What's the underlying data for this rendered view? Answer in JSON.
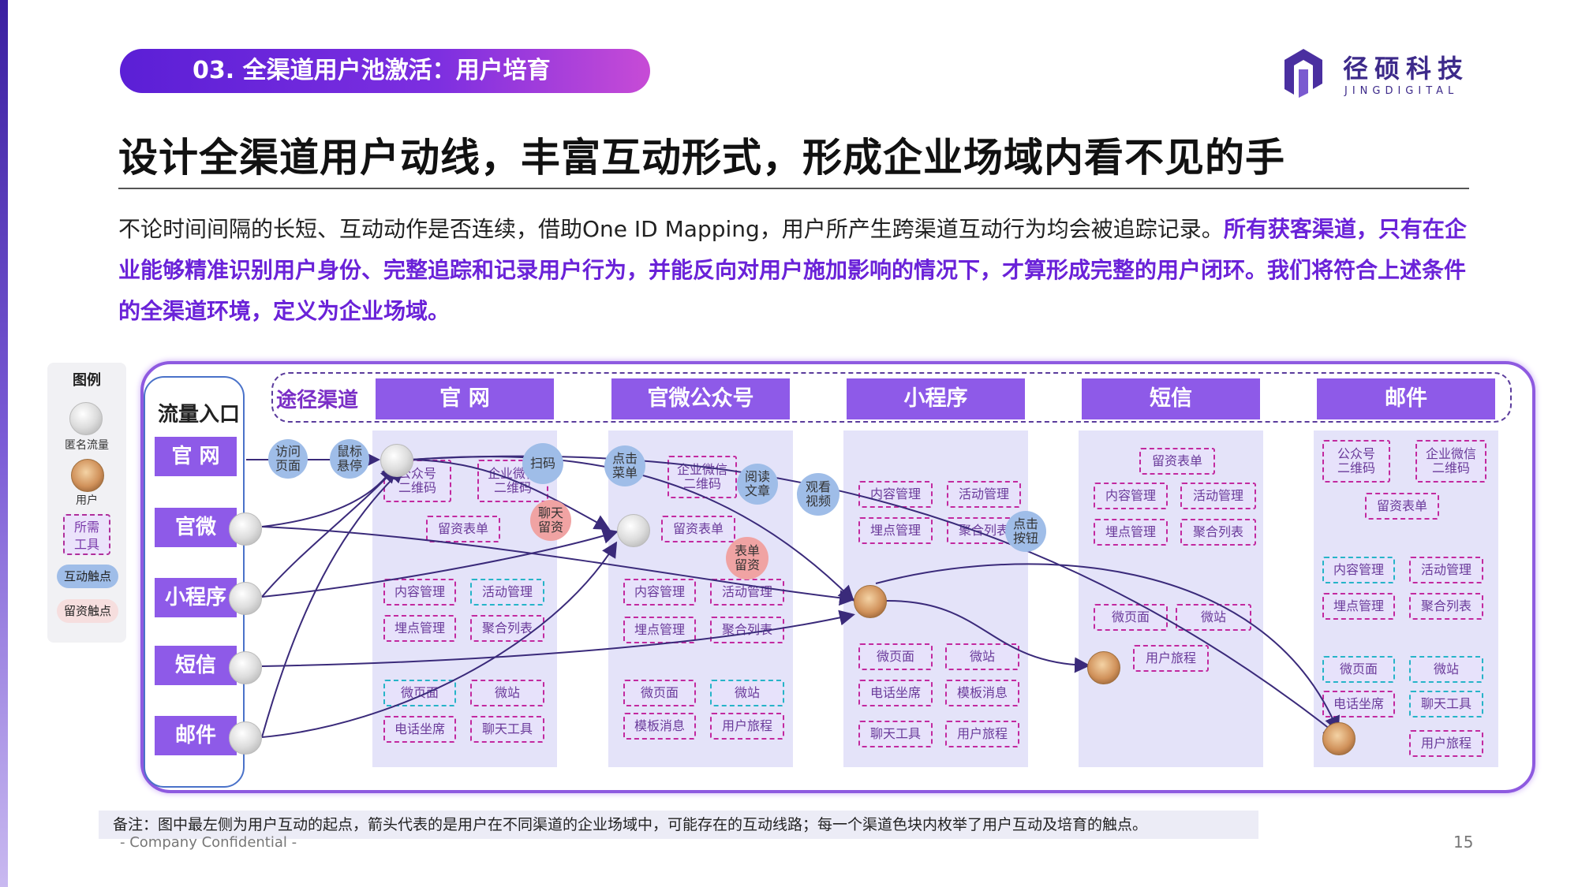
{
  "header": {
    "section": "03. 全渠道用户池激活：用户培育",
    "logo_name": "径硕科技",
    "logo_sub": "JINGDIGITAL",
    "title": "设计全渠道用户动线，丰富互动形式，形成企业场域内看不见的手"
  },
  "intro": {
    "normal": "不论时间间隔的长短、互动动作是否连续，借助One ID Mapping，用户所产生跨渠道互动行为均会被追踪记录。",
    "highlight": "所有获客渠道，只有在企业能够精准识别用户身份、完整追踪和记录用户行为，并能反向对用户施加影响的情况下，才算形成完整的用户闭环。我们将符合上述条件的全渠道环境，定义为企业场域。"
  },
  "legend": {
    "title": "图例",
    "anon": "匿名流量",
    "user": "用户",
    "tools": "所需\n工具",
    "touch": "互动触点",
    "lead": "留资触点"
  },
  "diagram": {
    "entry_title": "流量入口",
    "entries": [
      "官 网",
      "官微",
      "小程序",
      "短信",
      "邮件"
    ],
    "route_label": "途径渠道",
    "channels": [
      "官 网",
      "官微公众号",
      "小程序",
      "短信",
      "邮件"
    ],
    "columns": [
      {
        "tags": [
          "公众号\n二维码",
          "企业微信\n二维码",
          "留资表单",
          "内容管理",
          "活动管理",
          "埋点管理",
          "聚合列表",
          "微页面",
          "微站",
          "电话坐席",
          "聊天工具"
        ]
      },
      {
        "tags": [
          "企业微信\n二维码",
          "留资表单",
          "内容管理",
          "活动管理",
          "埋点管理",
          "聚合列表",
          "微页面",
          "微站",
          "模板消息",
          "用户旅程"
        ]
      },
      {
        "tags": [
          "内容管理",
          "活动管理",
          "埋点管理",
          "聚合列表",
          "微页面",
          "微站",
          "电话坐席",
          "模板消息",
          "聊天工具",
          "用户旅程"
        ]
      },
      {
        "tags": [
          "留资表单",
          "内容管理",
          "活动管理",
          "埋点管理",
          "聚合列表",
          "微页面",
          "微站",
          "用户旅程"
        ]
      },
      {
        "tags": [
          "公众号\n二维码",
          "企业微信\n二维码",
          "留资表单",
          "内容管理",
          "活动管理",
          "埋点管理",
          "聚合列表",
          "微页面",
          "微站",
          "电话坐席",
          "聊天工具",
          "用户旅程"
        ]
      }
    ],
    "bubbles": {
      "visit": "访问\n页面",
      "hover": "鼠标\n悬停",
      "scan": "扫码",
      "chat_lead": "聊天\n留资",
      "menu": "点击\n菜单",
      "read": "阅读\n文章",
      "video": "观看\n视频",
      "form_lead": "表单\n留资",
      "click_btn": "点击\n按钮"
    }
  },
  "footer": {
    "note": "备注：图中最左侧为用户互动的起点，箭头代表的是用户在不同渠道的企业场域中，可能存在的互动线路；每一个渠道色块内枚举了用户互动及培育的触点。",
    "confidential": "- Company Confidential -",
    "page": "15"
  }
}
